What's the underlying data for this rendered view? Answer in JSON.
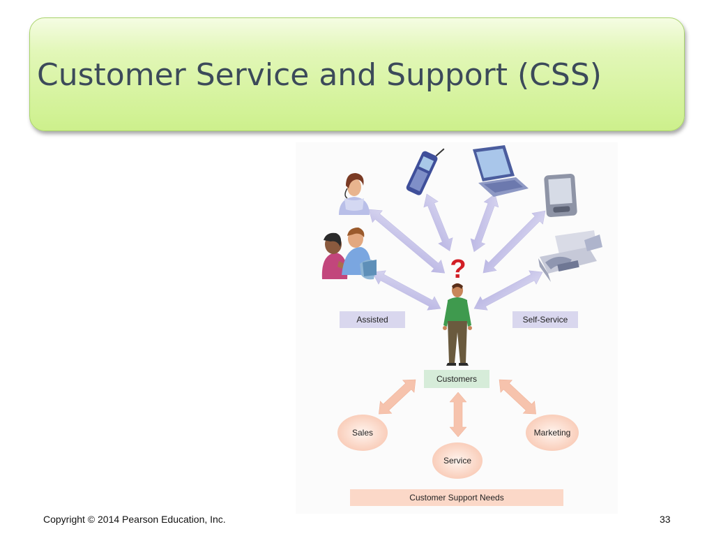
{
  "slide": {
    "title": "Customer Service and Support (CSS)",
    "copyright": "Copyright © 2014 Pearson Education, Inc.",
    "page_number": "33"
  },
  "diagram": {
    "labels": {
      "assisted": "Assisted",
      "self_service": "Self-Service",
      "customers": "Customers",
      "sales": "Sales",
      "service": "Service",
      "marketing": "Marketing",
      "support_needs": "Customer Support Needs",
      "question_mark": "?"
    },
    "icons": [
      "call-center-agent-icon",
      "assisting-staff-icon",
      "cell-phone-icon",
      "laptop-icon",
      "pda-icon",
      "fax-machine-icon",
      "customer-person-icon"
    ],
    "colors": {
      "channel_arrows": "#c9c6ea",
      "needs_arrows": "#f6c3ad",
      "customers_label_bg": "#d6ecd9",
      "channel_label_bg": "#d9d7ee",
      "needs_label_bg": "#fbd8c8",
      "question_mark": "#d21f26"
    }
  }
}
